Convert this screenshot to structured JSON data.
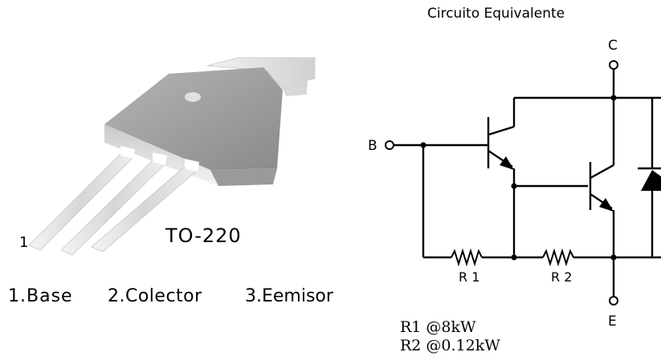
{
  "package": {
    "name": "TO-220",
    "pin_marker": "1",
    "pins": [
      "1.Base",
      "2.Colector",
      "3.Eemisor"
    ]
  },
  "circuit": {
    "title": "Circuito Equivalente",
    "terminals": {
      "base": "B",
      "collector": "C",
      "emitter": "E"
    },
    "resistors": [
      "R 1",
      "R 2"
    ],
    "values": [
      "R1 @8kW",
      "R2 @0.12kW"
    ]
  },
  "colors": {
    "line": "#000000",
    "tab_light": "#e8e8e8",
    "body_dark": "#8c8c8c",
    "lead": "#dcdcdc"
  }
}
